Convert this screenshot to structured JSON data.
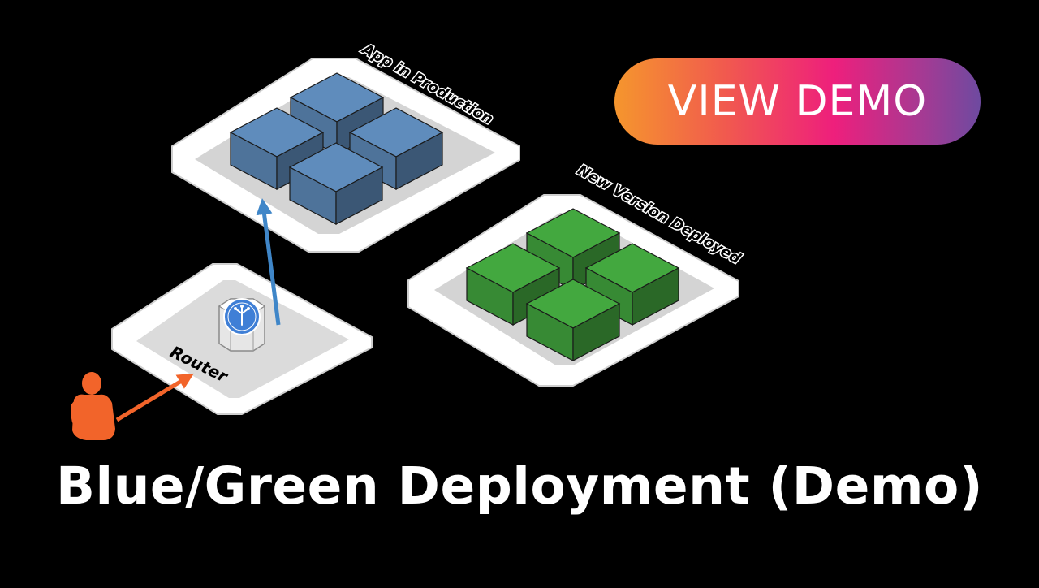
{
  "button": {
    "label": "VIEW DEMO"
  },
  "title": "Blue/Green Deployment (Demo)",
  "diagram": {
    "blue_platform_label": "App in Production",
    "green_platform_label": "New Version Deployed",
    "router_label": "Router"
  },
  "colors": {
    "blue_cube": "#5f8cbc",
    "green_cube": "#43a83f",
    "user": "#f2642a",
    "blue_arrow": "#3f86c8",
    "user_arrow": "#f2642a",
    "background": "#000000"
  }
}
